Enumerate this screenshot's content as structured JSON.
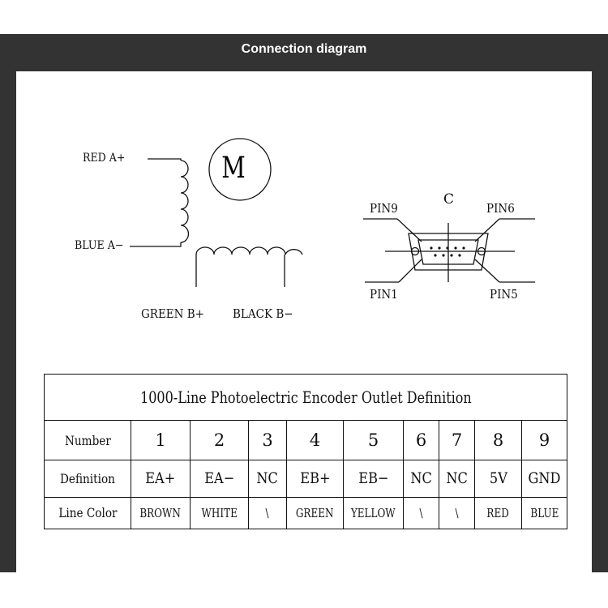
{
  "header": {
    "title": "Connection diagram"
  },
  "motor": {
    "symbol": "M",
    "wire_a_plus": "RED A+",
    "wire_a_minus": "BLUE A−",
    "wire_b_plus": "GREEN B+",
    "wire_b_minus": "BLACK B−"
  },
  "connector": {
    "center_label": "C",
    "pin9": "PIN9",
    "pin6": "PIN6",
    "pin1": "PIN1",
    "pin5": "PIN5"
  },
  "encoder_table": {
    "title": "1000-Line Photoelectric Encoder Outlet Definition",
    "row_labels": {
      "number": "Number",
      "definition": "Definition",
      "line_color": "Line Color"
    },
    "pins": [
      {
        "number": "1",
        "definition": "EA+",
        "color": "BROWN"
      },
      {
        "number": "2",
        "definition": "EA−",
        "color": "WHITE"
      },
      {
        "number": "3",
        "definition": "NC",
        "color": "\\"
      },
      {
        "number": "4",
        "definition": "EB+",
        "color": "GREEN"
      },
      {
        "number": "5",
        "definition": "EB−",
        "color": "YELLOW"
      },
      {
        "number": "6",
        "definition": "NC",
        "color": "\\"
      },
      {
        "number": "7",
        "definition": "NC",
        "color": "\\"
      },
      {
        "number": "8",
        "definition": "5V",
        "color": "RED"
      },
      {
        "number": "9",
        "definition": "GND",
        "color": "BLUE"
      }
    ]
  }
}
